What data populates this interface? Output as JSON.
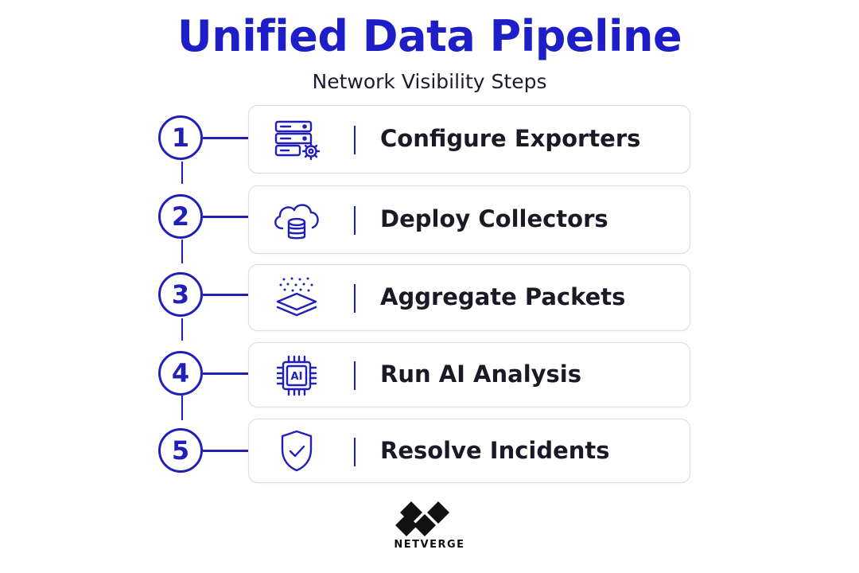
{
  "header": {
    "title": "Unified Data Pipeline",
    "subtitle": "Network Visibility Steps"
  },
  "steps": [
    {
      "number": "1",
      "label": "Configure Exporters",
      "icon": "server-gear-icon"
    },
    {
      "number": "2",
      "label": "Deploy Collectors",
      "icon": "cloud-database-icon"
    },
    {
      "number": "3",
      "label": "Aggregate Packets",
      "icon": "layers-icon"
    },
    {
      "number": "4",
      "label": "Run AI Analysis",
      "icon": "ai-chip-icon"
    },
    {
      "number": "5",
      "label": "Resolve Incidents",
      "icon": "shield-check-icon"
    }
  ],
  "brand": {
    "name": "NETVERGE"
  },
  "colors": {
    "accent": "#2020b8",
    "title": "#1e1ec8",
    "text": "#1a1a26",
    "card_border": "#dcdce2"
  }
}
